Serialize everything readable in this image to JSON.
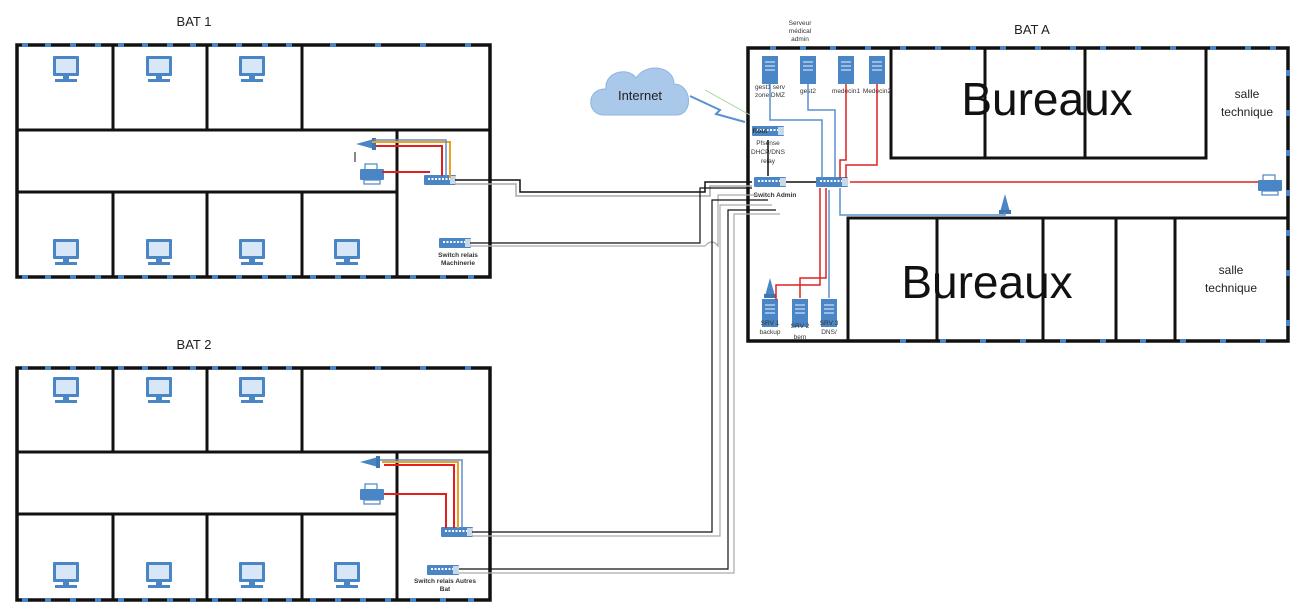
{
  "buildings": {
    "bat1": {
      "title": "BAT 1",
      "switch_label": [
        "Switch relais",
        "Machinerie"
      ]
    },
    "bat2": {
      "title": "BAT 2",
      "switch_label": [
        "Switch relais Autres",
        "Bat"
      ]
    },
    "bata": {
      "title": "BAT A",
      "offices_top": "Bureaux",
      "offices_bottom": "Bureaux",
      "tech_top": [
        "salle",
        "technique"
      ],
      "tech_bottom": [
        "salle",
        "technique"
      ]
    }
  },
  "internet": {
    "label": "Internet"
  },
  "servers_top": {
    "header": [
      "Serveur",
      "médical",
      "admin"
    ],
    "labels": [
      "gest1 serv",
      "zone DMZ",
      "gest2",
      "medecin1",
      "Medecin2"
    ]
  },
  "firewall": {
    "label": [
      "Pfsense",
      "DHCP/DNS",
      "relay"
    ],
    "overlay": "Rout"
  },
  "switch_admin": {
    "label": "Switch Admin"
  },
  "servers_bottom": {
    "labels": [
      "SRV 1",
      "backup",
      "SRV 2",
      "bem",
      "SRV 3",
      "DNS/"
    ]
  },
  "colors": {
    "wall": "#111111",
    "window": "#4a86c5",
    "device": "#4a86c5",
    "cable_red": "#e02020",
    "cable_orange": "#f0a020",
    "cable_blue": "#5a8fd0",
    "cable_black": "#111111",
    "cable_gray": "#aaaaaa"
  }
}
